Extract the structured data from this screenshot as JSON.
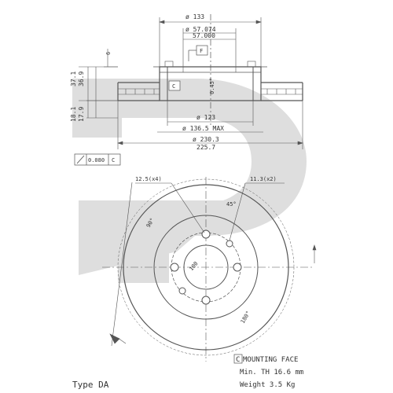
{
  "section": {
    "dims_top": [
      "ø 133",
      "ø 57.074",
      "57.000"
    ],
    "datum_box": "F",
    "face_box": "C",
    "angle_text": "0.45°",
    "small_left": "6",
    "dims_bottom": [
      "ø 123",
      "ø 136.5 MAX",
      "ø 230.3",
      "225.7"
    ],
    "left_heights": [
      "37.1",
      "36.9",
      "18.1",
      "17.9"
    ],
    "runout": {
      "tolerance": "0.080",
      "datum": "C"
    }
  },
  "front": {
    "hole_callouts": [
      "12.5(x4)",
      "11.3(x2)"
    ],
    "angles": [
      "45°",
      "90°",
      "180°"
    ],
    "pcd": "100"
  },
  "footer": {
    "face_box": "C",
    "mounting_face": "MOUNTING FACE",
    "min_th": "Min. TH 16.6 mm",
    "weight": "Weight 3.5 Kg",
    "type": "Type DA"
  },
  "colors": {
    "line": "#555555",
    "watermark": "#dedede"
  }
}
